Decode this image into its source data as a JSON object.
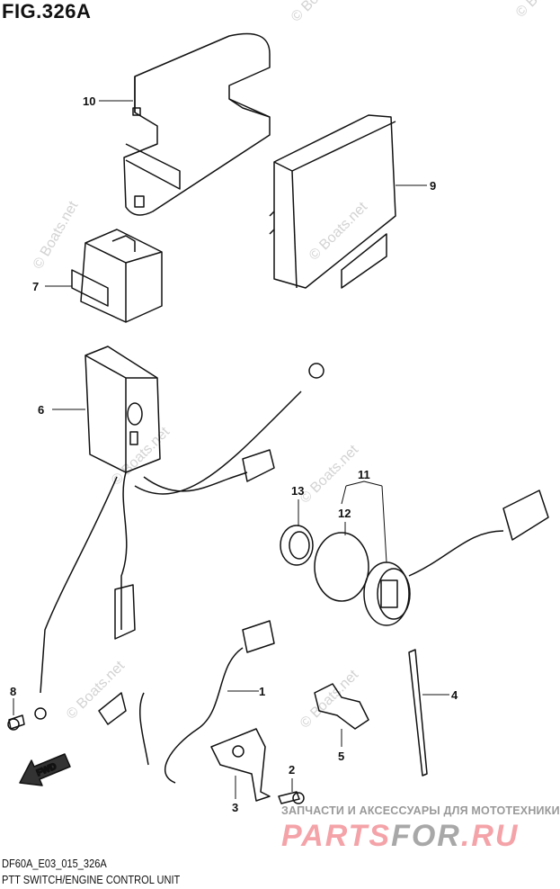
{
  "figure": {
    "title": "FIG.326A",
    "code": "DF60A_E03_015_326A",
    "caption": "PTT SWITCH/ENGINE CONTROL UNIT"
  },
  "callouts": {
    "c1": "1",
    "c2": "2",
    "c3": "3",
    "c4": "4",
    "c5": "5",
    "c6": "6",
    "c7": "7",
    "c8": "8",
    "c9": "9",
    "c10": "10",
    "c11": "11",
    "c12": "12",
    "c13": "13"
  },
  "fwd_label": "FWD",
  "watermark": "© Boats.net",
  "partsfor": {
    "tagline": "ЗАПЧАСТИ И АКСЕССУАРЫ ДЛЯ МОТОТЕХНИКИ",
    "logo_a": "PARTS",
    "logo_b": "FOR",
    "logo_c": ".RU"
  },
  "colors": {
    "line": "#111111",
    "watermark": "#c8c8c8",
    "logo_pink": "#f4a3a8",
    "logo_gray": "#a8a8a8"
  }
}
